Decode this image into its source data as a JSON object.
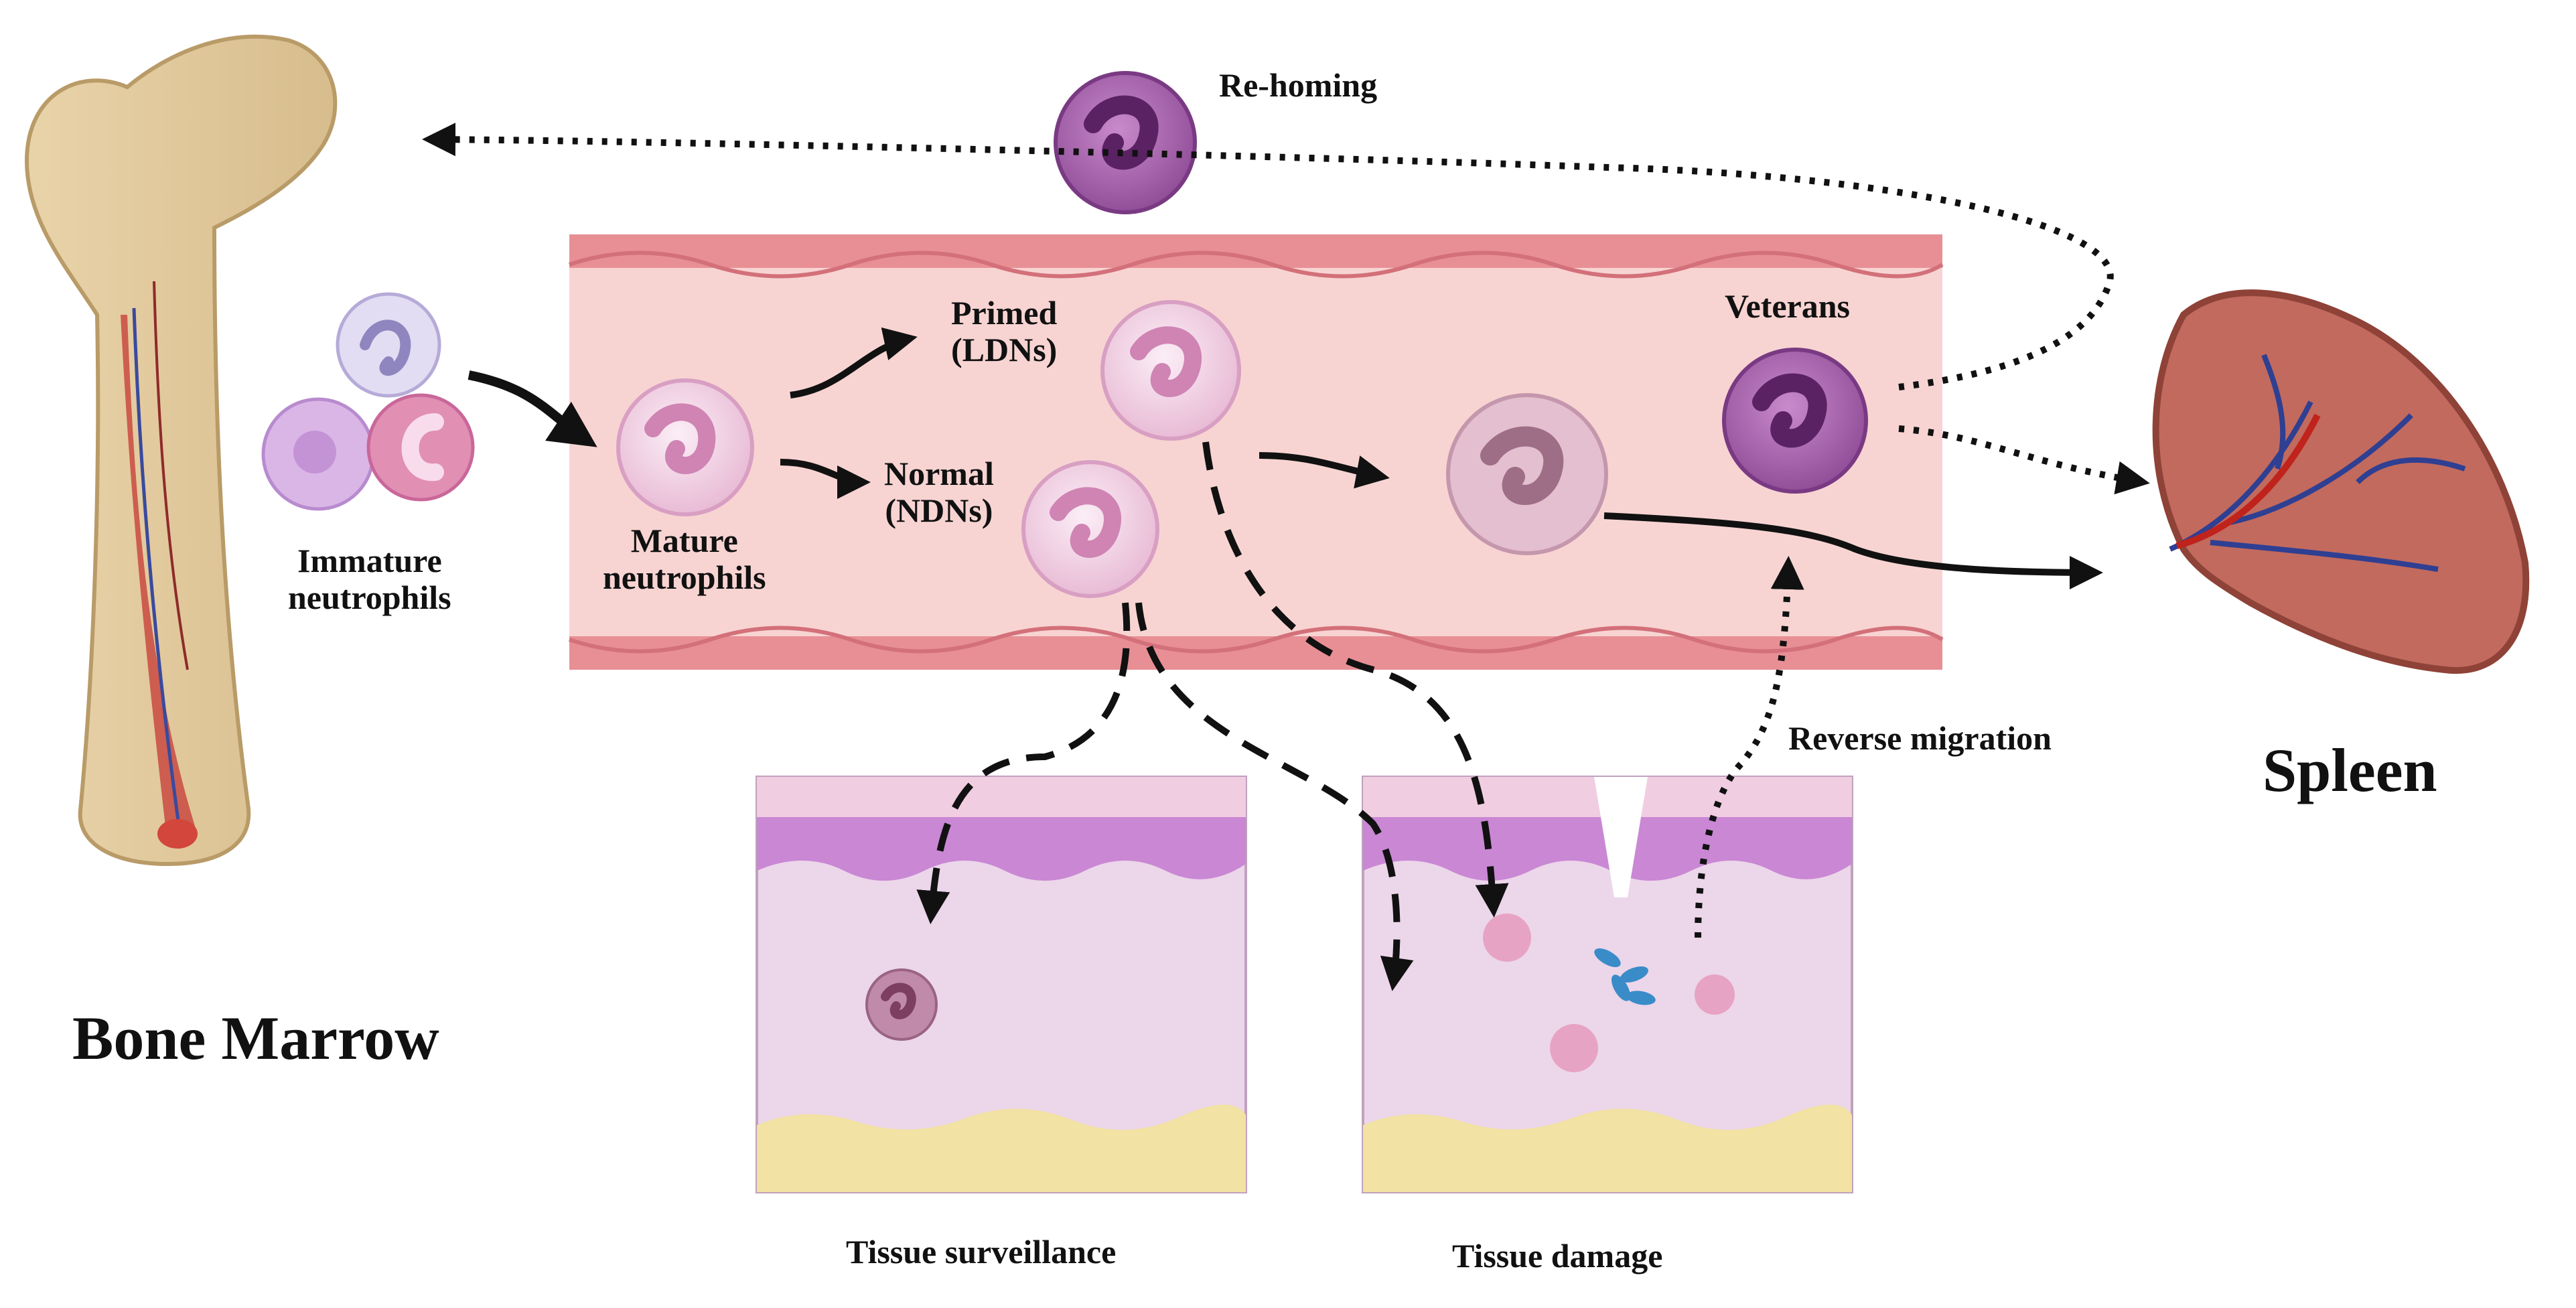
{
  "labels": {
    "rehoming": "Re-homing",
    "primed": "Primed\n(LDNs)",
    "normal": "Normal\n(NDNs)",
    "mature": "Mature\nneutrophils",
    "immature": "Immature\nneutrophils",
    "veterans": "Veterans",
    "reverse_migration": "Reverse migration",
    "bone_marrow": "Bone Marrow",
    "spleen": "Spleen",
    "tissue_surveillance": "Tissue surveillance",
    "tissue_damage": "Tissue damage"
  },
  "colors": {
    "vessel_fill": "#f7d4d2",
    "vessel_wall": "#e88f95",
    "neutrophil_light": "#f3d3e6",
    "neutrophil_nucleus": "#cf84b3",
    "veteran_fill": "#b268b6",
    "veteran_nucleus": "#6e2f77",
    "bone": "#dcc59a",
    "marrow_red": "#c94a41",
    "spleen": "#c26a5e",
    "skin_top": "#f0cde0",
    "skin_purple": "#c987d4",
    "dermis": "#ecd6ea",
    "fat": "#f2e2a3",
    "arrow": "#111111"
  }
}
